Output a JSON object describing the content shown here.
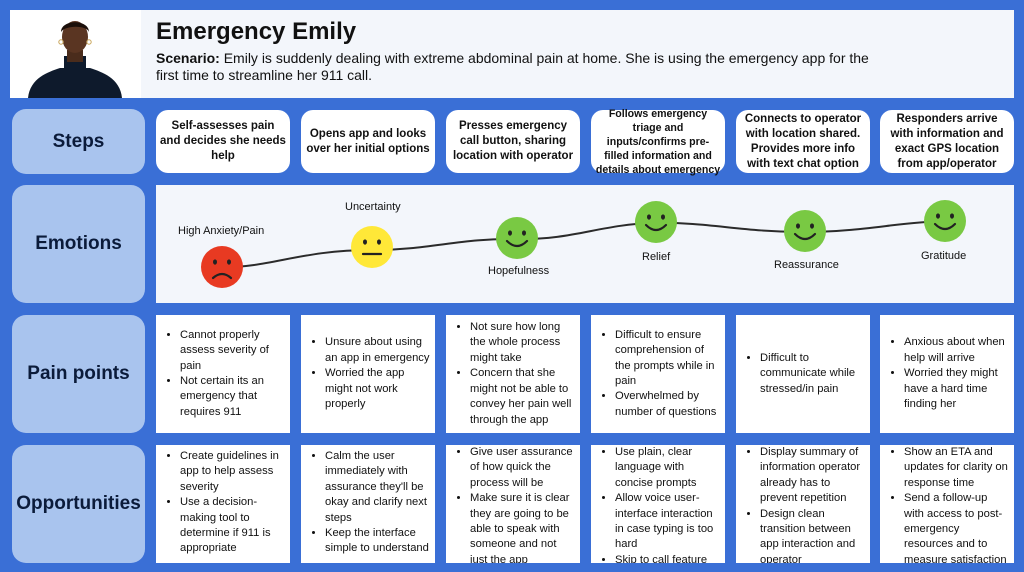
{
  "persona": {
    "name": "Emergency Emily",
    "scenario_label": "Scenario:",
    "scenario_text": " Emily is suddenly dealing with extreme abdominal pain at home. She is using the emergency app for the first time to streamline her 911 call."
  },
  "rows": {
    "steps": "Steps",
    "emotions": "Emotions",
    "pain_points": "Pain points",
    "opportunities": "Opportunities"
  },
  "steps": [
    "Self-assesses pain and decides she needs  help",
    "Opens app and looks over her initial options",
    "Presses emergency call button, sharing location with operator",
    "Follows emergency triage and inputs/confirms pre-filled information and details about emergency",
    "Connects to operator with location shared. Provides more info with text chat option",
    "Responders arrive with information and exact GPS location from app/operator"
  ],
  "emotions": [
    {
      "label": "High Anxiety/Pain",
      "mood": "sad",
      "color": "#e83a22"
    },
    {
      "label": "Uncertainty",
      "mood": "neutral",
      "color": "#ffe838"
    },
    {
      "label": "Hopefulness",
      "mood": "happy",
      "color": "#79c943"
    },
    {
      "label": "Relief",
      "mood": "happy",
      "color": "#79c943"
    },
    {
      "label": "Reassurance",
      "mood": "happy",
      "color": "#79c943"
    },
    {
      "label": "Gratitude",
      "mood": "happy",
      "color": "#79c943"
    }
  ],
  "pain_points": [
    [
      "Cannot properly assess severity of pain",
      "Not certain its an emergency that requires 911"
    ],
    [
      "Unsure about using an app in emergency",
      "Worried the app might not work properly"
    ],
    [
      "Not sure how long the whole process might take",
      "Concern that she might not be able to convey her pain well through the app"
    ],
    [
      "Difficult to ensure comprehension of the prompts while in pain",
      "Overwhelmed by number of questions"
    ],
    [
      "Difficult to communicate while stressed/in pain"
    ],
    [
      "Anxious about when help will arrive",
      "Worried they might have a hard time finding her"
    ]
  ],
  "opportunities": [
    [
      "Create guidelines in app to help assess severity",
      "Use a decision-making tool to determine if 911 is appropriate"
    ],
    [
      "Calm the user immediately with assurance they'll be okay and clarify next steps",
      "Keep the interface simple to understand"
    ],
    [
      "Give user assurance of how quick the process will be",
      "Make sure it is clear they are going to be able to speak with someone and not just the app"
    ],
    [
      "Use plain, clear language with concise prompts",
      "Allow voice user-interface interaction in case typing is too hard",
      "Skip to call feature"
    ],
    [
      "Display summary of information operator already has to prevent repetition",
      "Design clean transition between app interaction and operator"
    ],
    [
      "Show an ETA and updates for clarity on response time",
      "Send a follow-up with access to post-emergency resources and to measure satisfaction"
    ]
  ]
}
